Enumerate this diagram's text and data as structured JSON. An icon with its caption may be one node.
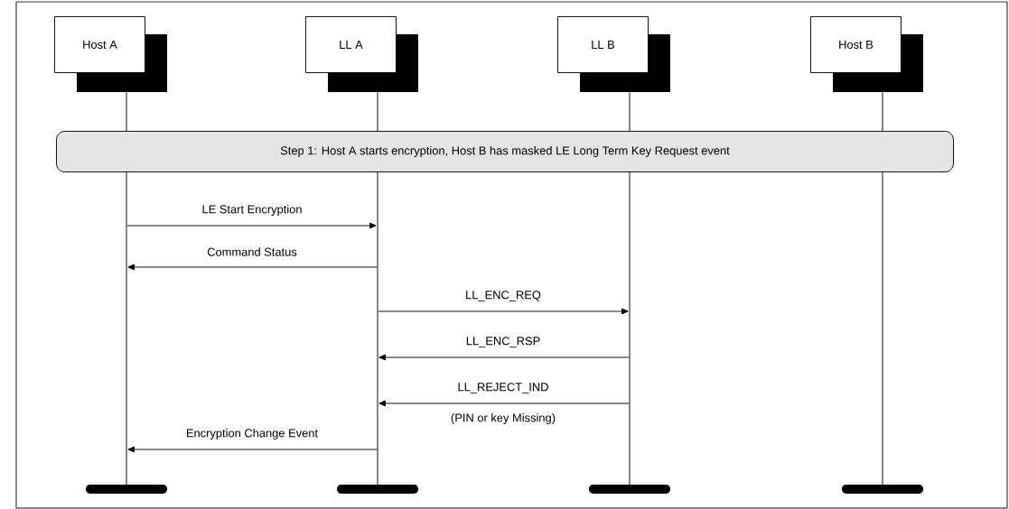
{
  "diagram": {
    "nodes": [
      {
        "text": [
          "Host A"
        ]
      },
      {
        "text": [
          "LL A"
        ]
      },
      {
        "text": [
          "LL B"
        ]
      },
      {
        "text": [
          "Host B"
        ]
      },
      {
        "text": [
          "Step 1: Host A starts encryption, Host B has masked LE Long Term Key Request event"
        ]
      },
      {
        "text": [],
        "shape": "line"
      },
      {
        "text": [],
        "shape": "line"
      },
      {
        "text": [],
        "shape": "line"
      },
      {
        "text": [],
        "shape": "line"
      },
      {
        "text": [],
        "shape": "bar"
      },
      {
        "text": [],
        "shape": "bar"
      },
      {
        "text": [],
        "shape": "bar"
      },
      {
        "text": [],
        "shape": "bar"
      }
    ],
    "edges": [
      {
        "from": 5,
        "to": 6,
        "arrow": "to",
        "label": "LE Start Encryption"
      },
      {
        "from": 6,
        "to": 5,
        "arrow": "to",
        "label": "Command Status"
      },
      {
        "from": 6,
        "to": 7,
        "arrow": "to",
        "label": "LL_ENC_REQ"
      },
      {
        "from": 7,
        "to": 6,
        "arrow": "to",
        "label": "LL_ENC_RSP"
      },
      {
        "from": 7,
        "to": 6,
        "arrow": "to",
        "label": "LL_REJECT_IND"
      },
      {
        "from": 6,
        "to": 5,
        "arrow": "to",
        "label": "Encryption Change Event"
      }
    ],
    "labels": [
      "(PIN or key Missing)"
    ]
  }
}
